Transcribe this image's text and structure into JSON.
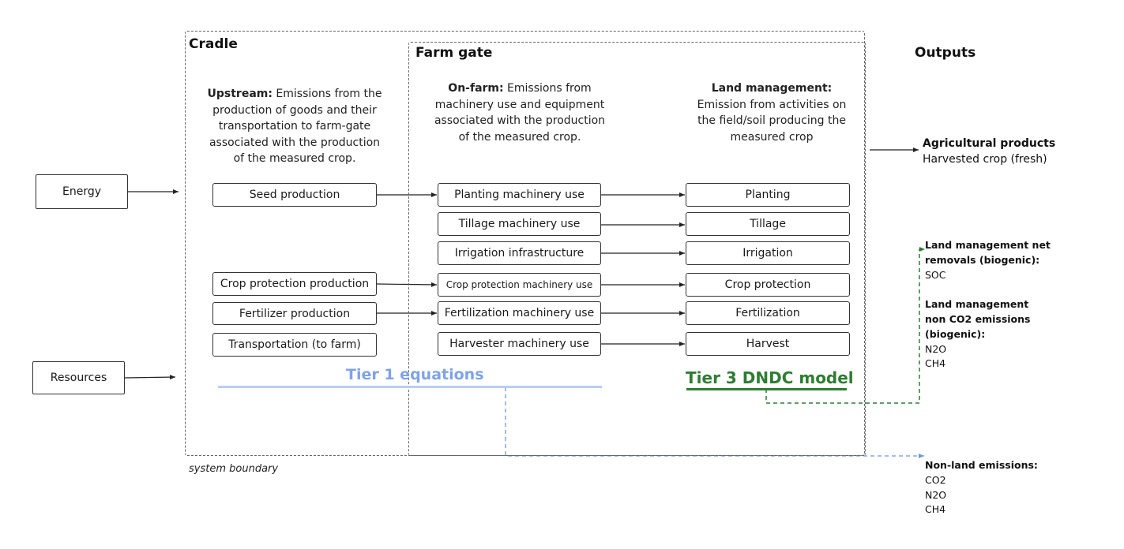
{
  "cradle": {
    "title": "Cradle",
    "upstream_bold": "Upstream:",
    "upstream_lines": [
      " Emissions from the",
      "production of goods and their",
      "transportation to farm-gate",
      "associated with the production",
      "of the measured crop."
    ],
    "boxes": [
      "Seed production",
      "Crop protection production",
      "Fertilizer production",
      "Transportation (to farm)"
    ]
  },
  "farm_gate": {
    "title": "Farm gate",
    "onfarm_bold": "On-farm:",
    "onfarm_lines": [
      " Emissions from",
      "machinery use and equipment",
      "associated with the production",
      "of the measured crop."
    ],
    "machinery_boxes": [
      "Planting machinery use",
      "Tillage machinery use",
      "Irrigation infrastructure",
      "Crop protection machinery use",
      "Fertilization machinery use",
      "Harvester machinery use"
    ],
    "land_bold": "Land management:",
    "land_lines": [
      "Emission from activities on",
      "the field/soil producing the",
      "measured crop"
    ],
    "land_boxes": [
      "Planting",
      "Tillage",
      "Irrigation",
      "Crop protection",
      "Fertilization",
      "Harvest"
    ]
  },
  "inputs": {
    "energy": "Energy",
    "resources": "Resources"
  },
  "tiers": {
    "tier1": "Tier 1 equations",
    "tier3": "Tier 3 DNDC model",
    "tier1_color": "#7fa3e6",
    "tier3_color": "#2e7d32"
  },
  "system_boundary_label": "system boundary",
  "outputs": {
    "title": "Outputs",
    "agri_title": "Agricultural products",
    "agri_sub": "Harvested crop (fresh)",
    "removals_lines": [
      "Land management net",
      "removals (biogenic):"
    ],
    "removals_items": [
      "SOC"
    ],
    "nonco2_lines": [
      "Land management",
      "non CO2 emissions",
      "(biogenic):"
    ],
    "nonco2_items": [
      "N2O",
      "CH4"
    ],
    "nonland_title": "Non-land emissions:",
    "nonland_items": [
      "CO2",
      "N2O",
      "CH4"
    ]
  }
}
